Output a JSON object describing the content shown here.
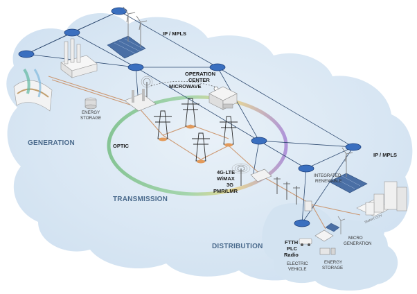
{
  "labels": {
    "ip_mpls_top": "IP / MPLS",
    "ip_mpls_right": "IP / MPLS",
    "operation_center_1": "OPERATION",
    "operation_center_2": "CENTER",
    "microwave": "MICROWAVE",
    "energy_storage_gen_1": "ENERGY",
    "energy_storage_gen_2": "STORAGE",
    "generation": "GENERATION",
    "optic": "OPTIC",
    "transmission": "TRANSMISSION",
    "tech_1": "4G-LTE",
    "tech_2": "WiMAX",
    "tech_3": "3G",
    "tech_4": "PMR/LMR",
    "integrated_renewable_1": "INTEGRATED",
    "integrated_renewable_2": "RENEWABLE",
    "smart_city": "SMART CITY",
    "distribution": "DISTRIBUTION",
    "ftth": "FTTH",
    "plc": "PLC",
    "radio": "Radio",
    "micro_generation_1": "MICRO",
    "micro_generation_2": "GENERATION",
    "electric_vehicle_1": "ELECTRIC",
    "electric_vehicle_2": "VEHICLE",
    "energy_storage_dist_1": "ENERGY",
    "energy_storage_dist_2": "STORAGE"
  },
  "colors": {
    "cloud": "#dbe8f3",
    "node": "#3a6fbf",
    "link": "#2e4a70",
    "power_line": "#c98a5a",
    "ring_green": "#7cc08a",
    "ring_purple": "#a98ad6"
  }
}
